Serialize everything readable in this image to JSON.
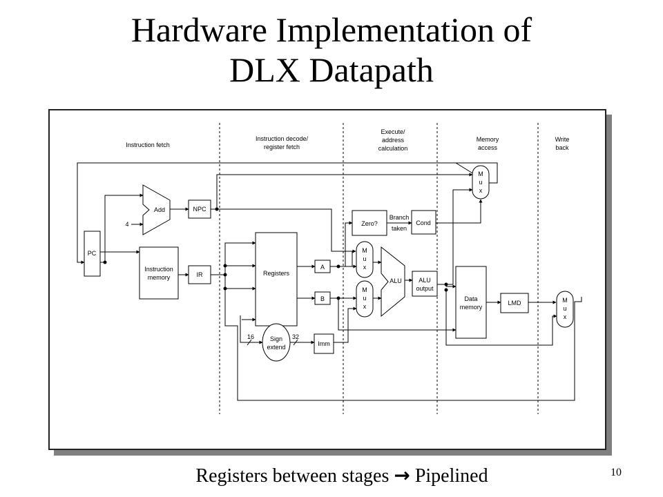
{
  "slide": {
    "title_line1": "Hardware Implementation of",
    "title_line2": "DLX Datapath",
    "caption_left": "Registers between stages",
    "caption_arrow": "→",
    "caption_right": "Pipelined",
    "page_number": "10"
  },
  "diagram": {
    "stages": {
      "fetch": "Instruction fetch",
      "decode_1": "Instruction decode/",
      "decode_2": "register fetch",
      "execute_1": "Execute/",
      "execute_2": "address",
      "execute_3": "calculation",
      "memory_1": "Memory",
      "memory_2": "access",
      "writeback_1": "Write",
      "writeback_2": "back"
    },
    "blocks": {
      "pc": "PC",
      "add": "Add",
      "npc": "NPC",
      "imem_1": "Instruction",
      "imem_2": "memory",
      "ir": "IR",
      "registers": "Registers",
      "a": "A",
      "b": "B",
      "imm": "Imm",
      "sign_1": "Sign",
      "sign_2": "extend",
      "zero": "Zero?",
      "cond": "Cond",
      "alu": "ALU",
      "alu_out_1": "ALU",
      "alu_out_2": "output",
      "dmem_1": "Data",
      "dmem_2": "memory",
      "lmd": "LMD",
      "mux_m": "M",
      "mux_u": "u",
      "mux_x": "x"
    },
    "labels": {
      "four": "4",
      "branch": "Branch",
      "taken": "taken",
      "bits_16": "16",
      "bits_32": "32"
    }
  }
}
